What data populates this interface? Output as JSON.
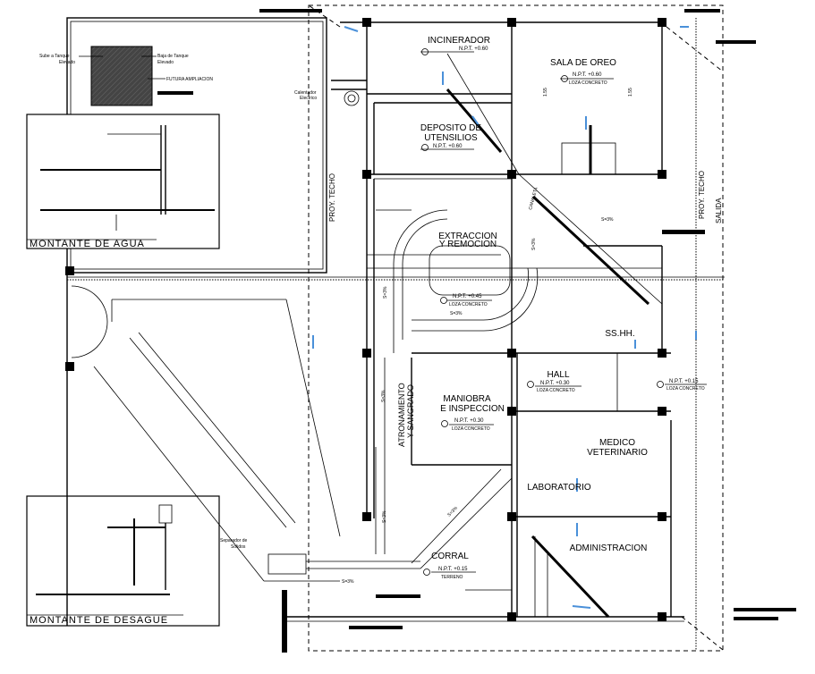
{
  "drawing": {
    "rooms": [
      {
        "name": "INCINERADOR",
        "level": "N.P.T. +0.60",
        "finish": ""
      },
      {
        "name": "SALA DE OREO",
        "level": "N.P.T. +0.60",
        "finish": "LOZA CONCRETO"
      },
      {
        "name": "DEPOSITO DE",
        "name2": "UTENSILIOS",
        "level": "N.P.T. +0.60",
        "finish": ""
      },
      {
        "name": "EXTRACCION",
        "name2": "Y REMOCION",
        "level": "N.P.T. +0.45",
        "finish": "LOZA CONCRETO"
      },
      {
        "name": "SS.HH.",
        "level": "",
        "finish": ""
      },
      {
        "name": "HALL",
        "level": "N.P.T. +0.30",
        "finish": "LOZA CONCRETO"
      },
      {
        "name": "MANIOBRA",
        "name2": "E INSPECCION",
        "level": "N.P.T. +0.30",
        "finish": "LOZA CONCRETO"
      },
      {
        "name": "MEDICO",
        "name2": "VETERINARIO",
        "level": "",
        "finish": ""
      },
      {
        "name": "LABORATORIO",
        "level": "",
        "finish": ""
      },
      {
        "name": "ADMINISTRACION",
        "level": "",
        "finish": ""
      },
      {
        "name": "CORRAL",
        "level": "N.P.T. +0.15",
        "finish": "TERRENO"
      },
      {
        "name": "",
        "level": "N.P.T. +0.15",
        "finish": "LOZA CONCRETO"
      }
    ],
    "vertical_labels": {
      "proy_techo": "PROY. TECHO",
      "salida": "SALIDA",
      "atronamiento": "ATRONAMIENTO",
      "sangrado": "Y SANGRADO",
      "canaleta": "CANALETA"
    },
    "slopes": {
      "s3": "S=3%"
    },
    "annotations": {
      "sube_tanque": "Sube a Tanque",
      "sube_tanque2": "Elevado",
      "baja_tanque": "Baja de Tanque",
      "baja_tanque2": "Elevado",
      "futura": "FUTURA AMPLIACION",
      "calentador": "Calentador",
      "calentador2": "Electrico",
      "separador": "Separador de",
      "separador2": "Solidos",
      "dim": "1.55"
    },
    "details": {
      "agua": "MONTANTE DE AGUA",
      "desague": "MONTANTE DE DESAGUE"
    },
    "colors": {
      "line": "#000000",
      "pipe": "#4a90d9"
    }
  }
}
